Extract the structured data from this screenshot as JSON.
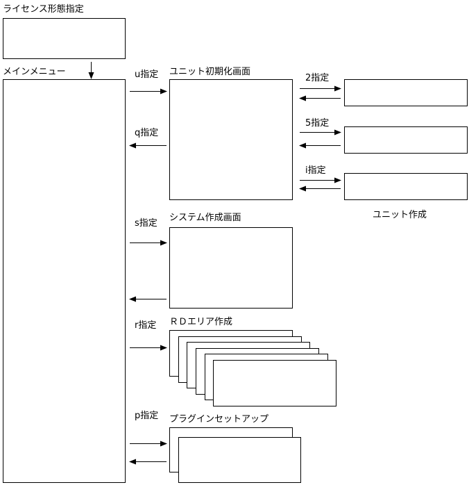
{
  "labels": {
    "license_title": "ライセンス形態指定",
    "main_menu": "メインメニュー",
    "unit_init_screen": "ユニット初期化画面",
    "system_create_screen": "システム作成画面",
    "rd_area_create": "ＲＤエリア作成",
    "plugin_setup": "プラグインセットアップ",
    "unit_create": "ユニット作成"
  },
  "commands": {
    "u": "u指定",
    "q": "q指定",
    "s": "s指定",
    "r": "r指定",
    "p": "p指定",
    "n2": "2指定",
    "n5": "5指定",
    "i": "i指定"
  }
}
